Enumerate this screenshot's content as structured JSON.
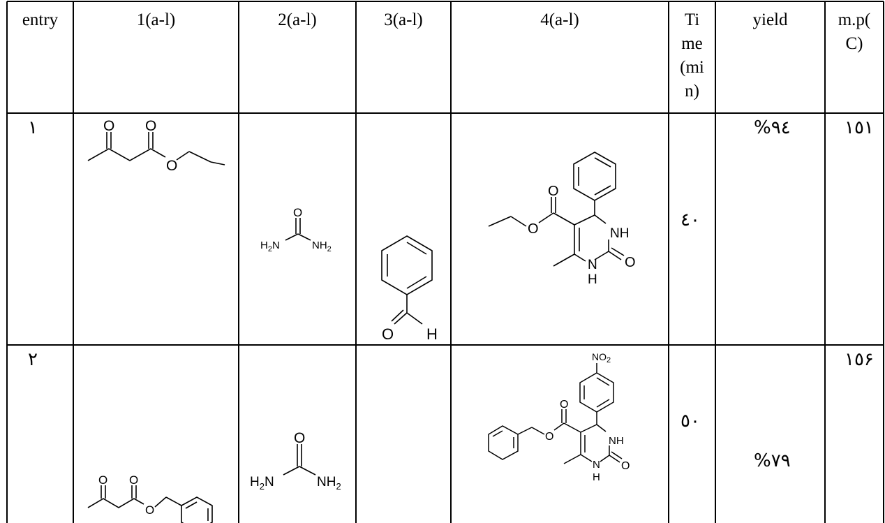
{
  "headers": [
    "entry",
    "1(a-l)",
    "2(a-l)",
    "3(a-l)",
    "4(a-l)",
    "Ti me (mi n)",
    "yield",
    "m.p( C)"
  ],
  "time_header_lines": [
    "Ti",
    "me",
    "(mi",
    "n)"
  ],
  "mp_header_lines": [
    "m.p(",
    "C)"
  ],
  "rows": [
    {
      "entry": "١",
      "time": "٤٠",
      "yield": "%٩٤",
      "mp": "١٥١"
    },
    {
      "entry": "٢",
      "time": "٥٠",
      "yield": "%٧٩",
      "mp": "١٥۶"
    }
  ],
  "atom_labels": {
    "O": "O",
    "H": "H",
    "NH": "NH",
    "N": "N",
    "NO2": "NO",
    "two": "2",
    "H2N": "H",
    "NH2": "NH"
  }
}
